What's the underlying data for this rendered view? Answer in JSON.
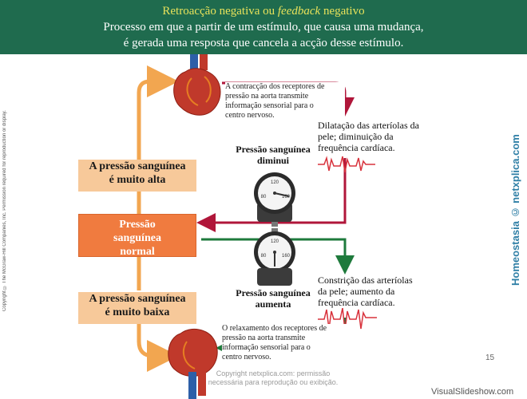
{
  "header": {
    "title_pre": "Retroacção negativa ou ",
    "title_italic": "feedback",
    "title_post": " negativo",
    "line2": "Processo em que a partir de um estímulo, que causa uma mudança,",
    "line3": "é gerada uma resposta que cancela a acção desse estímulo."
  },
  "boxes": {
    "high": [
      "A pressão sanguínea",
      "é muito alta"
    ],
    "normal": [
      "Pressão",
      "sanguínea",
      "normal"
    ],
    "low": [
      "A pressão sanguínea",
      "é muito baixa"
    ]
  },
  "captions": {
    "top": [
      "A contracção dos receptores de",
      "pressão na aorta transmite",
      "informação sensorial para o",
      "centro nervoso."
    ],
    "bottom": [
      "O relaxamento dos receptores de",
      "pressão na aorta transmite",
      "informação sensorial para o",
      "centro nervoso."
    ]
  },
  "responses": {
    "top": [
      "Dilatação das arteríolas da",
      "pele; diminuição da",
      "frequência cardíaca."
    ],
    "bottom": [
      "Constrição das arteríolas",
      "da pele; aumento da",
      "frequência cardíaca."
    ]
  },
  "gauges": {
    "top_label": [
      "Pressão sanguínea",
      "diminui"
    ],
    "bottom_label": [
      "Pressão sanguínea",
      "aumenta"
    ],
    "ticks": [
      "120",
      "80",
      "160"
    ]
  },
  "side_left": "Copyright © The McGraw-Hill Companies, Inc. Permission required for reproduction or display.",
  "side_right": "Homeostasia © netxplica.com",
  "watermark": [
    "Copyright netxplica.com: permissão",
    "necessária para reprodução ou exibição."
  ],
  "page_number": "15",
  "brand": "VisualSlideshow.com",
  "colors": {
    "header": "#1f6b4e",
    "title": "#e8e25a",
    "box_light": "#f7c99a",
    "box_normal": "#f07b3f",
    "arrow_red": "#b0163a",
    "arrow_green": "#1e7a3c",
    "arrow_orange": "#f2a650",
    "side_right": "#2f7fa6"
  },
  "icons": [
    "heart-icon",
    "blood-pressure-gauge-icon",
    "ecg-trace-icon"
  ]
}
